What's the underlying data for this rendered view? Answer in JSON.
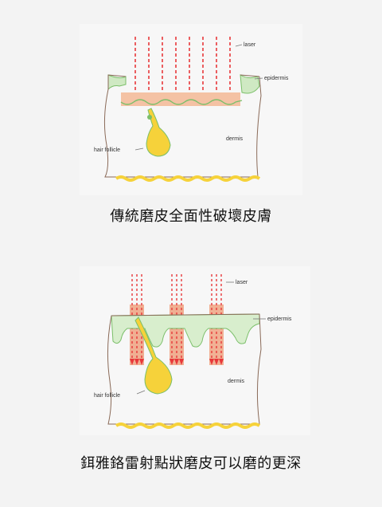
{
  "diagrams": [
    {
      "labels": {
        "laser": "laser",
        "epidermis": "epidermis",
        "dermis": "dermis",
        "hair_follicle": "hair follicle"
      },
      "caption": "傳統磨皮全面性破壞皮膚"
    },
    {
      "labels": {
        "laser": "laser",
        "epidermis": "epidermis",
        "dermis": "dermis",
        "hair_follicle": "hair follicle"
      },
      "caption": "鉺雅鉻雷射點狀磨皮可以磨的更深"
    }
  ],
  "colors": {
    "laser_red": "#e8383a",
    "epidermis_green": "#7bbf6a",
    "follicle_yellow": "#f6d23a",
    "ablation_orange": "#f4b08a",
    "skin_outline": "#8a6a58"
  }
}
